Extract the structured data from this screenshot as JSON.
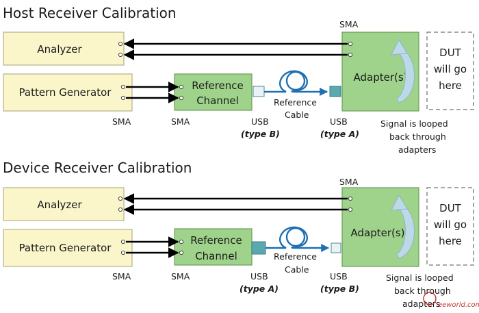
{
  "host": {
    "title": "Host Receiver Calibration",
    "analyzer": "Analyzer",
    "pattern_generator": "Pattern Generator",
    "reference_channel": [
      "Reference",
      "Channel"
    ],
    "adapters": "Adapter(s)",
    "dut": [
      "DUT",
      "will go",
      "here"
    ],
    "sma_top": "SMA",
    "sma_left": "SMA",
    "sma_mid": "SMA",
    "reference_cable": [
      "Reference",
      "Cable"
    ],
    "usb_left": "USB",
    "usb_left_type": "(type B)",
    "usb_right": "USB",
    "usb_right_type": "(type A)",
    "loop_note": [
      "Signal is looped",
      "back through",
      "adapters"
    ]
  },
  "device": {
    "title": "Device Receiver Calibration",
    "analyzer": "Analyzer",
    "pattern_generator": "Pattern Generator",
    "reference_channel": [
      "Reference",
      "Channel"
    ],
    "adapters": "Adapter(s)",
    "dut": [
      "DUT",
      "will go",
      "here"
    ],
    "sma_top": "SMA",
    "sma_left": "SMA",
    "sma_mid": "SMA",
    "reference_cable": [
      "Reference",
      "Cable"
    ],
    "usb_left": "USB",
    "usb_left_type": "(type A)",
    "usb_right": "USB",
    "usb_right_type": "(type B)",
    "loop_note": [
      "Signal is looped",
      "back through",
      "adapters"
    ]
  },
  "colors": {
    "yellow_box": "#fbf6c9",
    "yellow_border": "#b5b08a",
    "green_box": "#9fd28a",
    "green_border": "#6a9c58",
    "usb_a": "#5aa8b0",
    "usb_b": "#e8f3f4",
    "cable": "#1f6fb2",
    "loop_arrow": "#bcd9e8"
  },
  "watermark": "eeworld.com.cn"
}
